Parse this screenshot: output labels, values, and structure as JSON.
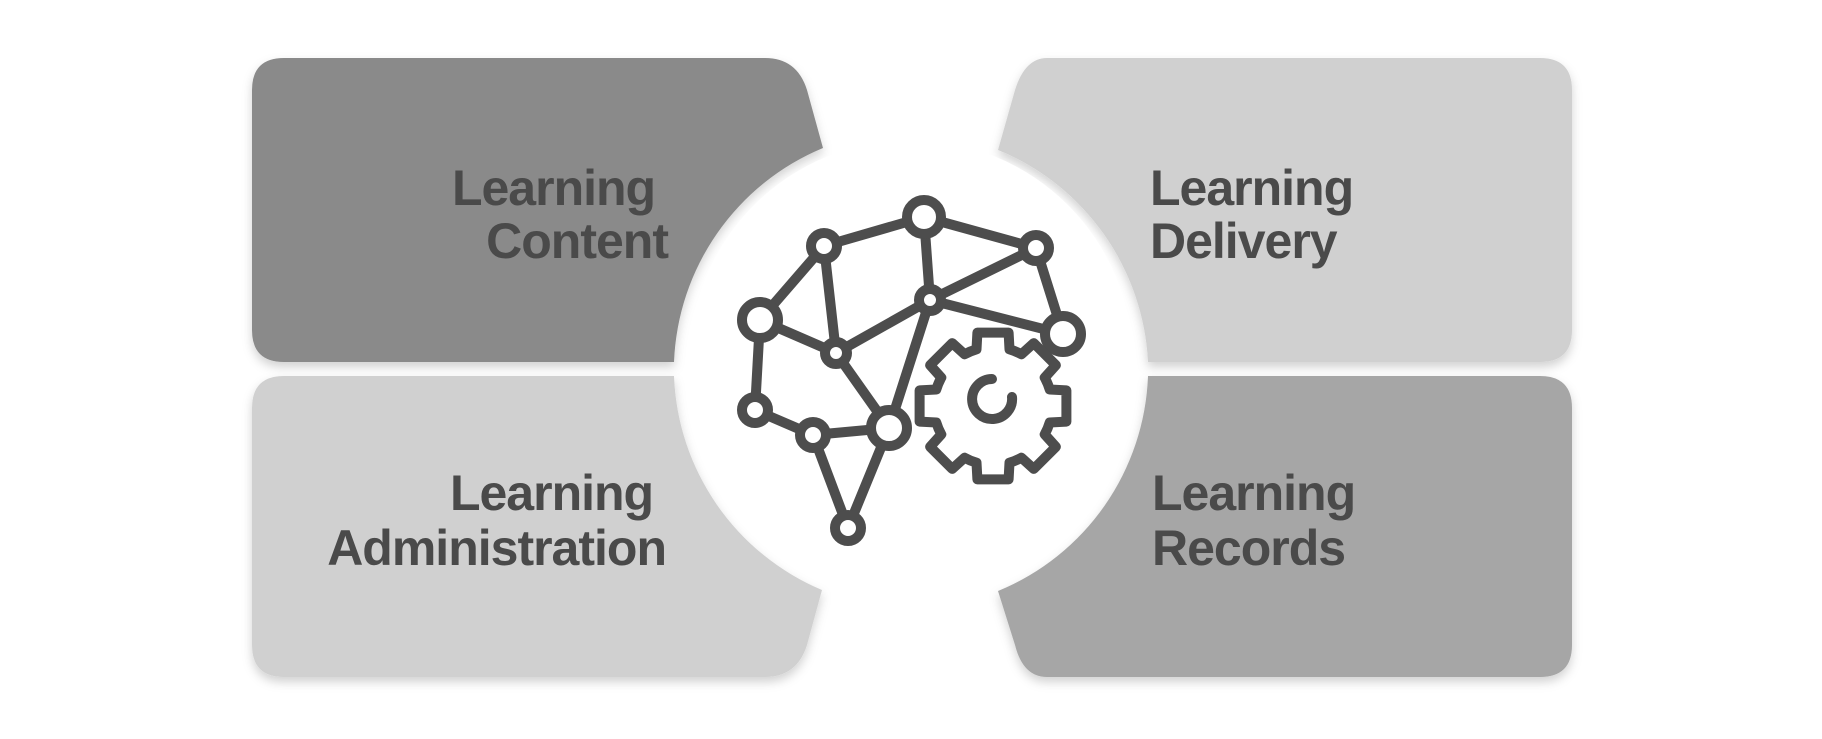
{
  "quadrants": {
    "top_left": {
      "line1": "Learning",
      "line2": "Content",
      "color": "#8a8a8a"
    },
    "top_right": {
      "line1": "Learning",
      "line2": "Delivery",
      "color": "#d0d0d0"
    },
    "bottom_left": {
      "line1": "Learning",
      "line2": "Administration",
      "color": "#d0d0d0"
    },
    "bottom_right": {
      "line1": "Learning",
      "line2": "Records",
      "color": "#a6a6a6"
    }
  },
  "colors": {
    "icon": "#4d4d4d",
    "text": "#4a4a4a",
    "center": "#ffffff"
  },
  "center_icon": "brain-network-gear-icon"
}
